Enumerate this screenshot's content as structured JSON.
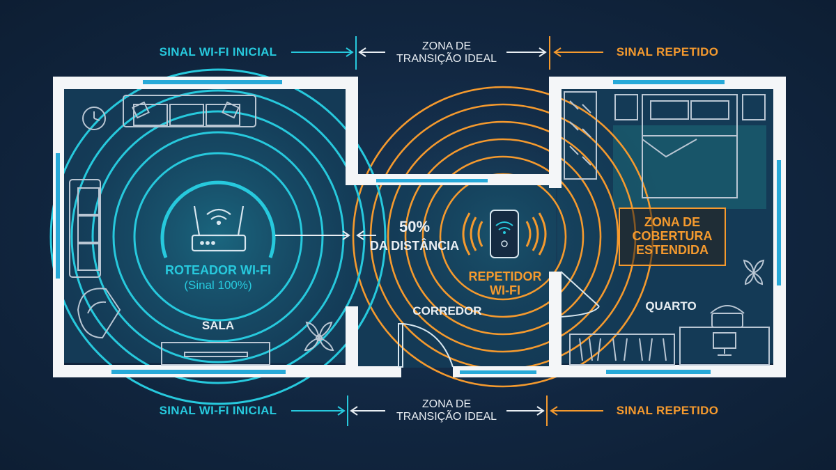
{
  "header": {
    "left": "SINAL WI-FI INICIAL",
    "center_line1": "ZONA DE",
    "center_line2": "TRANSIÇÃO IDEAL",
    "right": "SINAL REPETIDO"
  },
  "footer": {
    "left": "SINAL WI-FI INICIAL",
    "center_line1": "ZONA DE",
    "center_line2": "TRANSIÇÃO IDEAL",
    "right": "SINAL REPETIDO"
  },
  "router": {
    "label": "ROTEADOR WI-FI",
    "sublabel": "(Sinal 100%)"
  },
  "distance": {
    "percent": "50%",
    "text": "DA DISTÂNCIA"
  },
  "repeater": {
    "label_line1": "REPETIDOR",
    "label_line2": "WI-FI"
  },
  "rooms": {
    "living": "SALA",
    "corridor": "CORREDOR",
    "bedroom": "QUARTO"
  },
  "extended_zone": {
    "line1": "ZONA DE",
    "line2": "COBERTURA",
    "line3": "ESTENDIDA"
  },
  "colors": {
    "router_signal": "#27c9dd",
    "repeater_signal": "#f59a2e",
    "walls": "#ffffff",
    "background": "#112640",
    "text": "#e9eef3"
  },
  "icons": [
    "router-icon",
    "repeater-icon",
    "wall-clock-icon",
    "plant-icon",
    "sofa-icon",
    "armchair-icon",
    "bed-icon",
    "desk-chair-icon",
    "monitor-icon",
    "door-icon",
    "wardrobe-icon"
  ]
}
